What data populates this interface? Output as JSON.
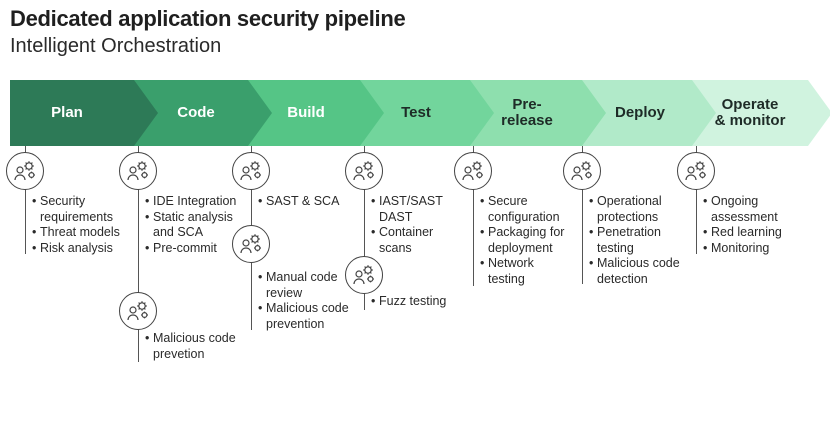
{
  "header": {
    "title": "Dedicated application security pipeline",
    "subtitle": "Intelligent Orchestration"
  },
  "stages": [
    {
      "label_line1": "Plan",
      "label_line2": "",
      "color": "#2d7a57"
    },
    {
      "label_line1": "Code",
      "label_line2": "",
      "color": "#3a9f6c"
    },
    {
      "label_line1": "Build",
      "label_line2": "",
      "color": "#55c586"
    },
    {
      "label_line1": "Test",
      "label_line2": "",
      "color": "#72d59c"
    },
    {
      "label_line1": "Pre-",
      "label_line2": "release",
      "color": "#8edfae"
    },
    {
      "label_line1": "Deploy",
      "label_line2": "",
      "color": "#b1eac9"
    },
    {
      "label_line1": "Operate",
      "label_line2": "& monitor",
      "color": "#d0f3df"
    }
  ],
  "lists": {
    "plan": [
      "Security",
      "requirements",
      "Threat models",
      "Risk analysis"
    ],
    "code_a": [
      "IDE Integration",
      "Static analysis",
      "and SCA",
      "Pre-commit"
    ],
    "code_b": [
      "Malicious code",
      "prevetion"
    ],
    "build_a": [
      "SAST & SCA"
    ],
    "build_b": [
      "Manual code",
      "review",
      "Malicious code",
      "prevention"
    ],
    "test_a": [
      "IAST/SAST",
      "DAST",
      "Container",
      "scans"
    ],
    "test_b": [
      "Fuzz testing"
    ],
    "prerelease": [
      "Secure",
      "configuration",
      "Packaging for",
      "deployment",
      "Network",
      "testing"
    ],
    "deploy": [
      "Operational",
      "protections",
      "Penetration",
      "testing",
      "Malicious code",
      "detection"
    ],
    "operate": [
      "Ongoing",
      "assessment",
      "Red learning",
      "Monitoring"
    ]
  },
  "bullets": {
    "plan": [
      true,
      false,
      true,
      true
    ],
    "code_a": [
      true,
      true,
      false,
      true
    ],
    "code_b": [
      true,
      false
    ],
    "build_a": [
      true
    ],
    "build_b": [
      true,
      false,
      true,
      false
    ],
    "test_a": [
      true,
      false,
      true,
      false
    ],
    "test_b": [
      true
    ],
    "prerelease": [
      true,
      false,
      true,
      false,
      true,
      false
    ],
    "deploy": [
      true,
      false,
      true,
      false,
      true,
      false
    ],
    "operate": [
      true,
      false,
      true,
      true
    ]
  },
  "icon_name": "user-gears-icon"
}
